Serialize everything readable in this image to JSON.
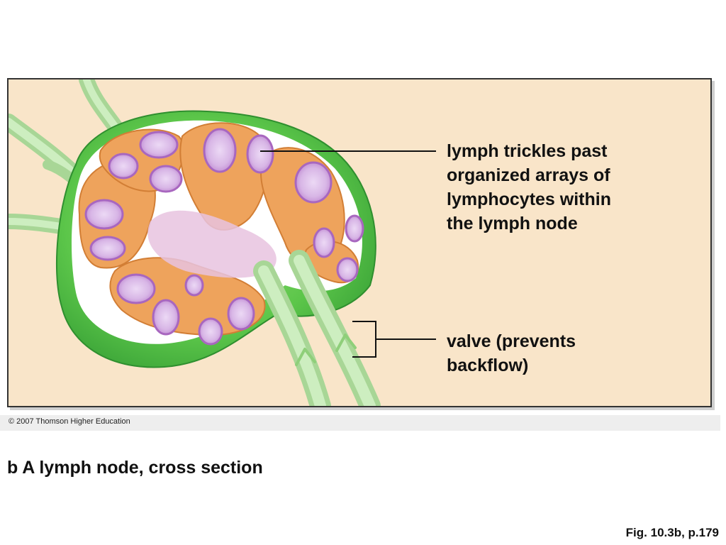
{
  "labels": {
    "lymph": "lymph trickles past\norganized arrays of\nlymphocytes within\nthe lymph node",
    "valve": "valve (prevents\nbackflow)"
  },
  "credit": "© 2007 Thomson Higher Education",
  "caption": "b A lymph node, cross section",
  "figure_ref": "Fig. 10.3b, p.179",
  "colors": {
    "background": "#f9e5c9",
    "capsule_green": "#5cc64a",
    "vessel_green": "#bfe3b0",
    "cortex_orange": "#eea35c",
    "follicle_purple": "#c99ad8"
  }
}
